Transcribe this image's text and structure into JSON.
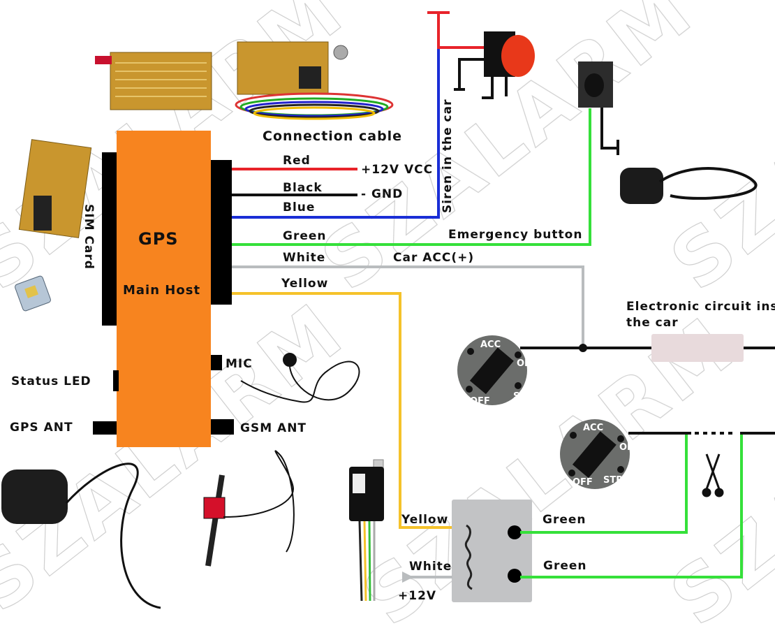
{
  "watermark": "SZALARM",
  "colors": {
    "host": "#f7841f",
    "red_wire": "#e8232a",
    "blue_wire": "#1a2ed6",
    "green_wire": "#35e03a",
    "white_wire": "#b9bcbe",
    "yellow_wire": "#f5c22a",
    "relay": "#c2c3c5",
    "ignition": "#6b6d6b",
    "fuse": "#e8dadc"
  },
  "labels": {
    "connection_cable": "Connection cable",
    "host_title": "GPS",
    "host_subtitle": "Main Host",
    "sim_card": "SIM Card",
    "status_led": "Status LED",
    "gps_ant": "GPS ANT",
    "gsm_ant": "GSM ANT",
    "mic": "MIC",
    "siren": "Siren in the car",
    "emergency_button": "Emergency button",
    "car_acc": "Car ACC(+)",
    "circuit_line1": "Electronic circuit ins",
    "circuit_line2": "the car"
  },
  "wires": {
    "red": {
      "label": "Red",
      "target": "+12V VCC"
    },
    "black": {
      "label": "Black",
      "target": "- GND"
    },
    "blue": {
      "label": "Blue"
    },
    "green": {
      "label": "Green"
    },
    "white": {
      "label": "White"
    },
    "yellow": {
      "label": "Yellow"
    }
  },
  "ignition": {
    "acc": "ACC",
    "on": "ON",
    "off": "OFF",
    "str": "STR"
  },
  "relay": {
    "yellow": "Yellow",
    "white": "White",
    "plus12v": "+12V",
    "green1": "Green",
    "green2": "Green"
  }
}
